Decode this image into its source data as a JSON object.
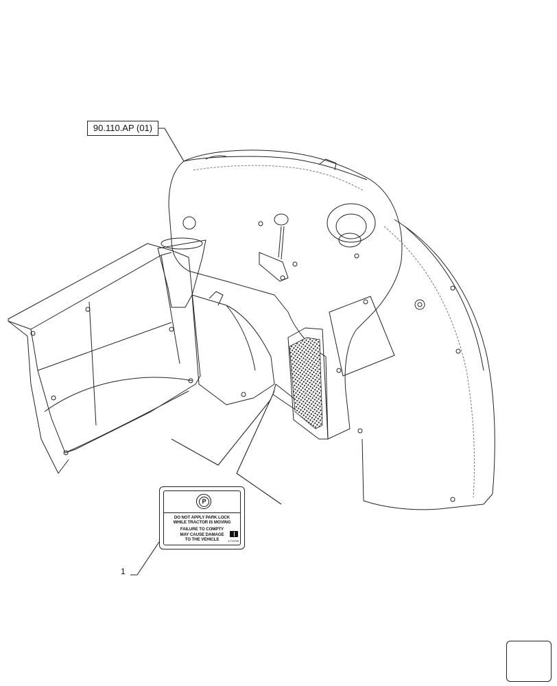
{
  "reference_label": "90.110.AP (01)",
  "callout_number": "1",
  "decal": {
    "symbol": "P",
    "line1": "DO NOT APPLY PARK LOCK",
    "line2": "WHILE TRACTOR IS MOVING",
    "line3": "FAILURE TO COMPTY",
    "line4": "MAY CAUSE DAMAGE",
    "line5": "TO THE VEHICLE",
    "code": "47729755"
  },
  "icons": {
    "parking": "parking-p-icon",
    "manual": "manual-book-icon",
    "nav": "next-page-arrow-icon"
  },
  "colors": {
    "line": "#222222",
    "mesh": "#333333",
    "background": "#ffffff"
  }
}
